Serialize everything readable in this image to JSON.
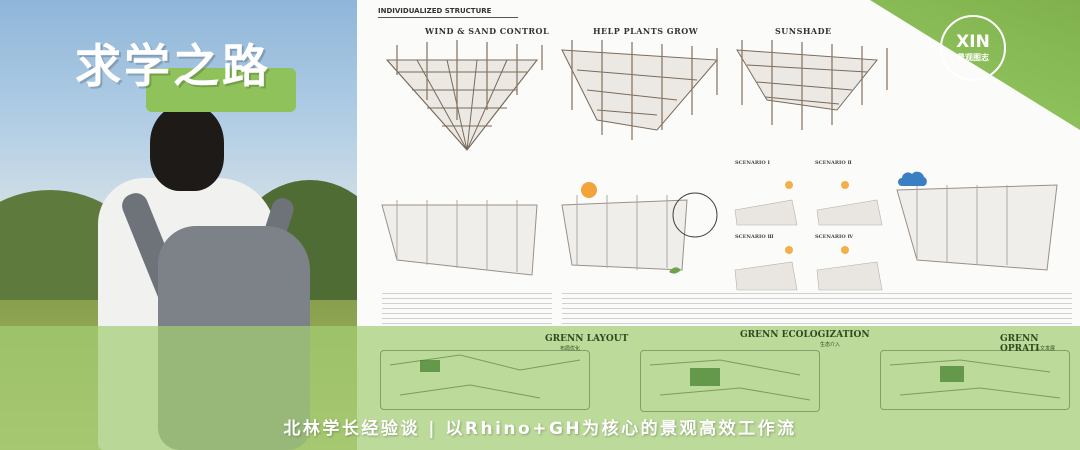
{
  "cover": {
    "title": "求学之路",
    "badge_main": "XIN",
    "badge_sub": "景观图志",
    "footer_text": "北林学长经验谈 | 以Rhino+GH为核心的景观高效工作流"
  },
  "poster": {
    "section_title": "INDIVIDUALIZED STRUCTURE",
    "panels": [
      {
        "title": "WIND & SAND CONTROL"
      },
      {
        "title": "HELP PLANTS GROW"
      },
      {
        "title": "SUNSHADE"
      }
    ],
    "scenarios": [
      "SCENARIO Ⅰ",
      "SCENARIO Ⅱ",
      "SCENARIO Ⅲ",
      "SCENARIO Ⅳ"
    ],
    "bottom_sections": [
      {
        "title": "GRENN LAYOUT",
        "subtitle": "布局优化"
      },
      {
        "title": "GRENN ECOLOGIZATION",
        "subtitle": "生态介入"
      },
      {
        "title": "GRENN OPRATI",
        "subtitle": "人文发展"
      }
    ]
  },
  "colors": {
    "accent_green": "#8fc25a",
    "band_green": "#a4cd73"
  }
}
